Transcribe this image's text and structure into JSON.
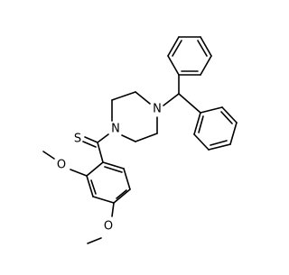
{
  "molecule": {
    "atom_labels": {
      "sulfur": "S",
      "nitrogen_left": "N",
      "nitrogen_right": "N",
      "oxygen_ortho": "O",
      "oxygen_para": "O"
    },
    "colors": {
      "nitrogen": "#3050F8",
      "oxygen": "#FF0D0D",
      "sulfur": "#C6A600",
      "bond": "#000000"
    }
  }
}
